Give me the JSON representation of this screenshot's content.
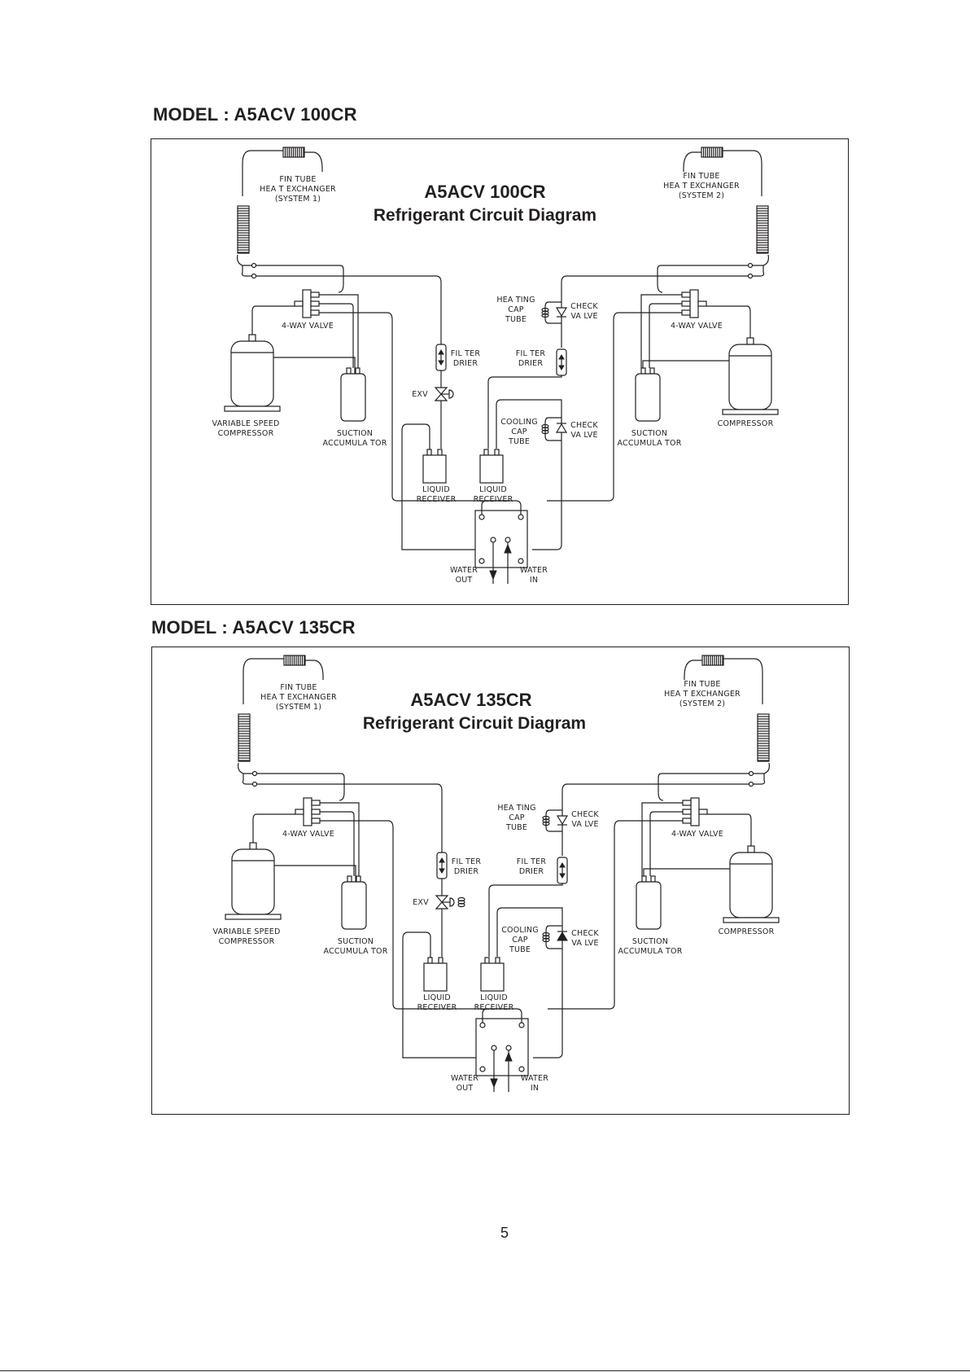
{
  "page_number": "5",
  "diagrams": [
    {
      "model_heading": "MODEL  : A5ACV 100CR",
      "title_line1": "A5ACV 100CR",
      "title_line2": "Refrigerant Circuit Diagram",
      "labels": {
        "hx1": [
          "FIN TUBE",
          "HEA T EXCHANGER",
          "(SYSTEM 1)"
        ],
        "hx2": [
          "FIN TUBE",
          "HEA T EXCHANGER",
          "(SYSTEM 2)"
        ],
        "valve_left": "4-WAY VALVE",
        "valve_right": "4-WAY VALVE",
        "compressor_left": [
          "VARIABLE SPEED",
          "COMPRESSOR"
        ],
        "compressor_right": "COMPRESSOR",
        "accumulator_left": [
          "SUCTION",
          "ACCUMULA  TOR"
        ],
        "accumulator_right": [
          "SUCTION",
          "ACCUMULA  TOR"
        ],
        "filter_left": [
          "FIL TER",
          "DRIER"
        ],
        "filter_right": [
          "FIL TER",
          "DRIER"
        ],
        "exv": "EXV",
        "heating_cap": [
          "HEA TING",
          "CAP",
          "TUBE"
        ],
        "cooling_cap": [
          "COOLING",
          "CAP",
          "TUBE"
        ],
        "check_top": [
          "CHECK",
          "VA LVE"
        ],
        "check_bottom": [
          "CHECK",
          "VA LVE"
        ],
        "receiver_left": [
          "LIQUID",
          "RECEIVER"
        ],
        "receiver_right": [
          "LIQUID",
          "RECEIVER"
        ],
        "water_out": [
          "WATER",
          "OUT"
        ],
        "water_in": [
          "WATER",
          "IN"
        ]
      }
    },
    {
      "model_heading": "MODEL  : A5ACV 135CR",
      "title_line1": "A5ACV 135CR",
      "title_line2": "Refrigerant Circuit Diagram",
      "labels": {
        "hx1": [
          "FIN TUBE",
          "HEA T EXCHANGER",
          "(SYSTEM 1)"
        ],
        "hx2": [
          "FIN TUBE",
          "HEA T EXCHANGER",
          "(SYSTEM 2)"
        ],
        "valve_left": "4-WAY VALVE",
        "valve_right": "4-WAY VALVE",
        "compressor_left": [
          "VARIABLE SPEED",
          "COMPRESSOR"
        ],
        "compressor_right": "COMPRESSOR",
        "accumulator_left": [
          "SUCTION",
          "ACCUMULA  TOR"
        ],
        "accumulator_right": [
          "SUCTION",
          "ACCUMULA  TOR"
        ],
        "filter_left": [
          "FIL TER",
          "DRIER"
        ],
        "filter_right": [
          "FIL TER",
          "DRIER"
        ],
        "exv": "EXV",
        "heating_cap": [
          "HEA TING",
          "CAP",
          "TUBE"
        ],
        "cooling_cap": [
          "COOLING",
          "CAP",
          "TUBE"
        ],
        "check_top": [
          "CHECK",
          "VA LVE"
        ],
        "check_bottom": [
          "CHECK",
          "VA LVE"
        ],
        "receiver_left": [
          "LIQUID",
          "RECEIVER"
        ],
        "receiver_right": [
          "LIQUID",
          "RECEIVER"
        ],
        "water_out": [
          "WATER",
          "OUT"
        ],
        "water_in": [
          "WATER",
          "IN"
        ]
      }
    }
  ]
}
